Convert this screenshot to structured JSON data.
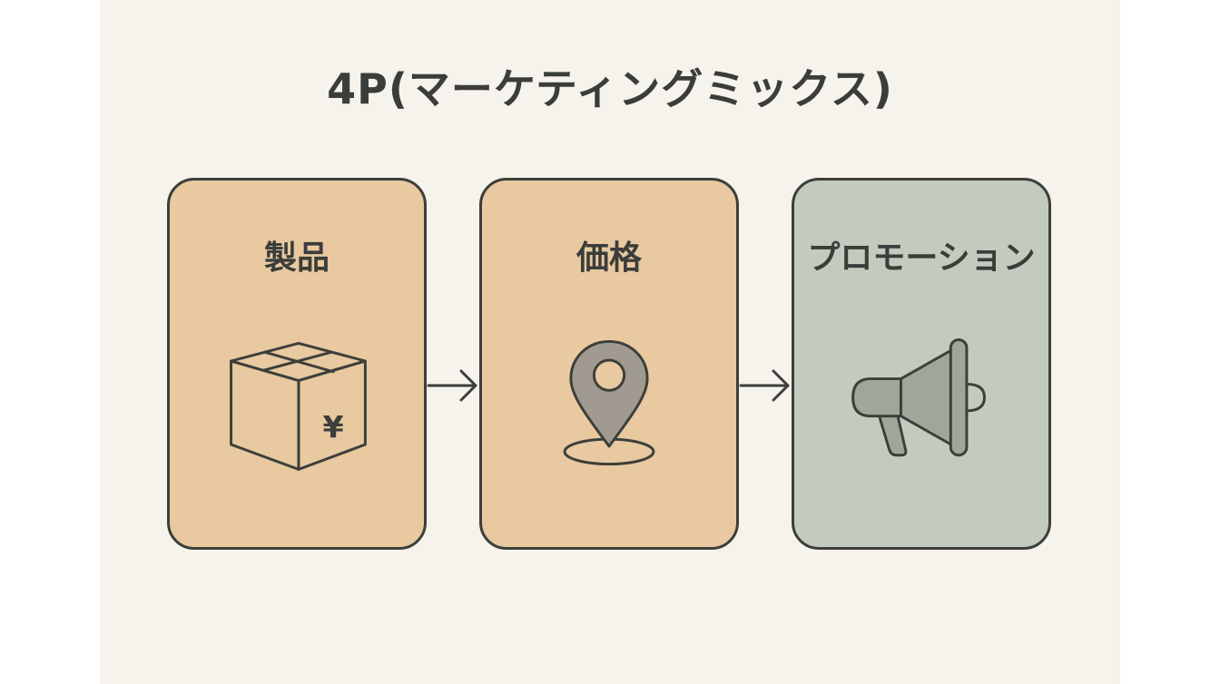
{
  "title": "4P(マーケティングミックス)",
  "cards": [
    {
      "label": "製品",
      "icon": "package-yen-icon",
      "color": "#e8c9a0"
    },
    {
      "label": "価格",
      "icon": "map-pin-icon",
      "color": "#e8c9a0"
    },
    {
      "label": "プロモーション",
      "icon": "megaphone-icon",
      "color": "#c3cbbe"
    }
  ],
  "box_symbol": "¥",
  "colors": {
    "background": "#f6f2ec",
    "outline": "#3c3f3a",
    "text": "#3a3d39",
    "icon_fill": "#a19a90",
    "megaphone_fill": "#9fa79b"
  }
}
